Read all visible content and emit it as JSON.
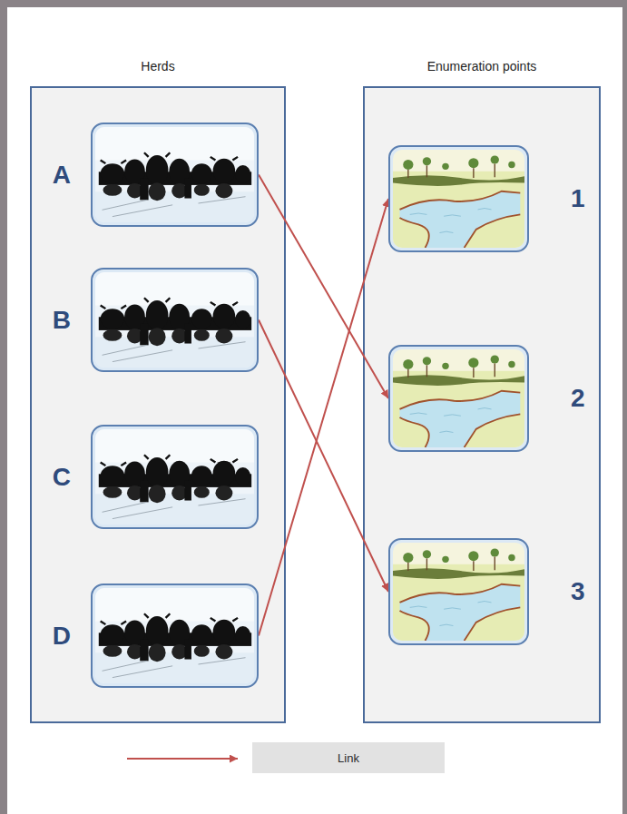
{
  "diagram": {
    "nodes": [
      {
        "text": [
          "Herds"
        ]
      },
      {
        "text": [
          "A"
        ],
        "in": 0
      },
      {
        "text": [
          "B"
        ],
        "in": 0
      },
      {
        "text": [
          "C"
        ],
        "in": 0
      },
      {
        "text": [
          "D"
        ],
        "in": 0
      },
      {
        "text": [
          "Enumeration points"
        ]
      },
      {
        "text": [
          "1"
        ],
        "in": 5
      },
      {
        "text": [
          "2"
        ],
        "in": 5
      },
      {
        "text": [
          "3"
        ],
        "in": 5
      }
    ],
    "edges": [
      {
        "from": 1,
        "to": 7,
        "arrow": "to"
      },
      {
        "from": 2,
        "to": 8,
        "arrow": "to"
      },
      {
        "from": 4,
        "to": 6,
        "arrow": "to"
      }
    ],
    "legend": [
      {
        "text": "Link"
      }
    ]
  }
}
